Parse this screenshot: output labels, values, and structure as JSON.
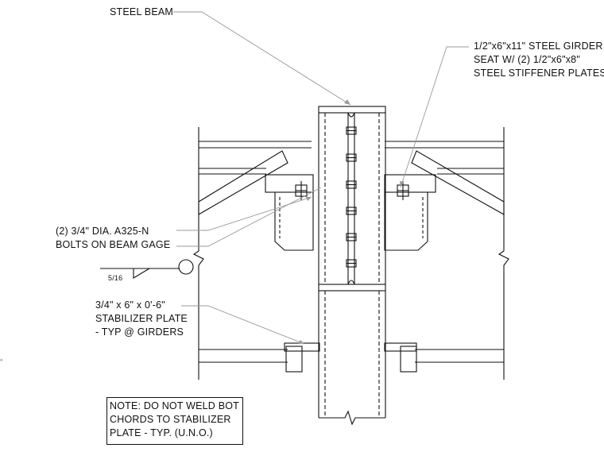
{
  "labels": {
    "steel_beam": "STEEL BEAM",
    "girder_seat": [
      "1/2\"x6\"x11\" STEEL GIRDER",
      "SEAT W/ (2) 1/2\"x6\"x8\"",
      "STEEL STIFFENER PLATES"
    ],
    "bolts": [
      "(2) 3/4\" DIA. A325-N",
      "BOLTS ON BEAM GAGE"
    ],
    "weld_size": "5/16",
    "stabilizer": [
      "3/4\" x 6\" x  0'-6\"",
      "STABILIZER PLATE",
      "- TYP @ GIRDERS"
    ],
    "note": [
      "NOTE: DO NOT WELD BOT",
      "CHORDS TO STABILIZER",
      "PLATE - TYP. (U.N.O.)"
    ]
  },
  "colors": {
    "line": "#111111",
    "leader": "#9a9a9a"
  }
}
